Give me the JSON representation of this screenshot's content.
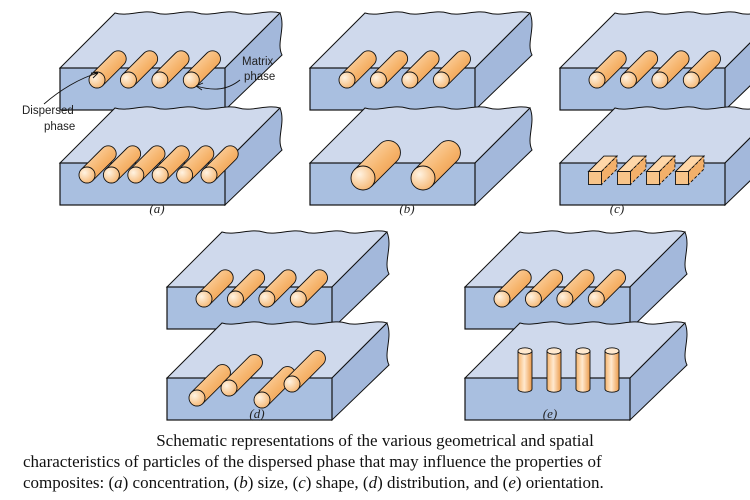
{
  "figure": {
    "colors": {
      "top_face": "#cfd9ec",
      "front_face": "#a9bfe0",
      "side_face": "#a3b8db",
      "particle_light": "#ffe3c2",
      "particle_dark": "#f0a050",
      "outline": "#111111"
    },
    "panels": [
      {
        "id": "a",
        "label": "(a)",
        "property": "concentration",
        "blocks": [
          {
            "particles": 4,
            "shape": "cylinder"
          },
          {
            "particles": 6,
            "shape": "cylinder"
          }
        ]
      },
      {
        "id": "b",
        "label": "(b)",
        "property": "size",
        "blocks": [
          {
            "particles": 4,
            "shape": "cylinder"
          },
          {
            "particles": 2,
            "shape": "large-cylinder"
          }
        ]
      },
      {
        "id": "c",
        "label": "(c)",
        "property": "shape",
        "blocks": [
          {
            "particles": 4,
            "shape": "cylinder"
          },
          {
            "particles": 4,
            "shape": "square-prism"
          }
        ]
      },
      {
        "id": "d",
        "label": "(d)",
        "property": "distribution",
        "blocks": [
          {
            "particles": 4,
            "shape": "cylinder"
          },
          {
            "particles": 4,
            "shape": "cylinder-irregular"
          }
        ]
      },
      {
        "id": "e",
        "label": "(e)",
        "property": "orientation",
        "blocks": [
          {
            "particles": 4,
            "shape": "cylinder"
          },
          {
            "particles": 4,
            "shape": "vertical-cylinder"
          }
        ]
      }
    ],
    "annotations": {
      "matrix_line1": "Matrix",
      "matrix_line2": "phase",
      "dispersed_line1": "Dispersed",
      "dispersed_line2": "phase"
    }
  },
  "caption": {
    "line1": "Schematic representations of the various geometrical and spatial",
    "line2": "characteristics of particles of the dispersed phase that may influence the properties of",
    "line3_parts": [
      {
        "t": "composites: (",
        "i": false
      },
      {
        "t": "a",
        "i": true
      },
      {
        "t": ") concentration, (",
        "i": false
      },
      {
        "t": "b",
        "i": true
      },
      {
        "t": ") size, (",
        "i": false
      },
      {
        "t": "c",
        "i": true
      },
      {
        "t": ") shape, (",
        "i": false
      },
      {
        "t": "d",
        "i": true
      },
      {
        "t": ") distribution, and (",
        "i": false
      },
      {
        "t": "e",
        "i": true
      },
      {
        "t": ") orientation.",
        "i": false
      }
    ]
  }
}
